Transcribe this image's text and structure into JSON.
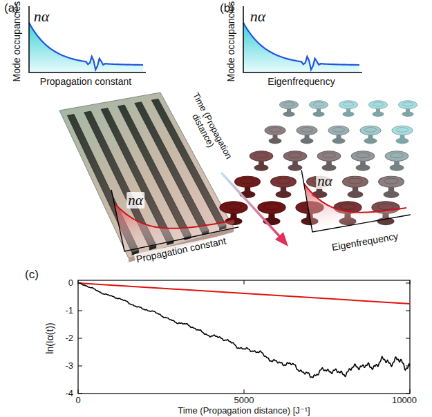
{
  "diagram": {
    "labels": [
      "(a)",
      "Mode occupancies",
      "nα",
      "Propagation constant",
      "(b)",
      "Mode occupancies",
      "nα",
      "Eigenfrequency",
      "Time (Propagation distance)",
      "nα",
      "Propagation constant",
      "nα",
      "Eigenfrequency",
      "(c)",
      "ln(Iα(t))",
      "0",
      "-1",
      "-2",
      "-3",
      "-4",
      "0",
      "5000",
      "10000",
      "Time (Propagation distance) [J⁻¹]"
    ]
  }
}
